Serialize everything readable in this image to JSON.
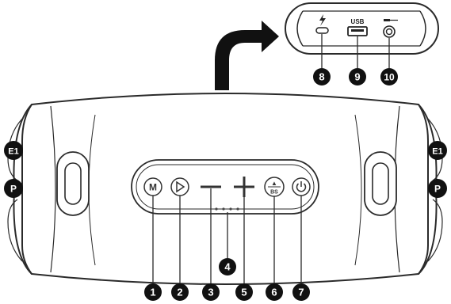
{
  "diagram": {
    "colors": {
      "line": "#2a2a2a",
      "fill": "#ffffff",
      "callout": "#111111",
      "callout_text": "#ffffff"
    },
    "body_buttons": {
      "mode_glyph": "M",
      "bass_glyph_top": "▲",
      "bass_glyph_text": "BS"
    },
    "port_panel": {
      "usb_label": "USB",
      "icons": [
        "lightning-icon",
        "usb-c-port-icon",
        "usb-a-port-icon",
        "aux-line-icon",
        "aux-jack-icon"
      ]
    },
    "callouts": {
      "c1": "1",
      "c2": "2",
      "c3": "3",
      "c4": "4",
      "c5": "5",
      "c6": "6",
      "c7": "7",
      "c8": "8",
      "c9": "9",
      "c10": "10",
      "e1_left": "E1",
      "p_left": "P",
      "e1_right": "E1",
      "p_right": "P"
    }
  }
}
